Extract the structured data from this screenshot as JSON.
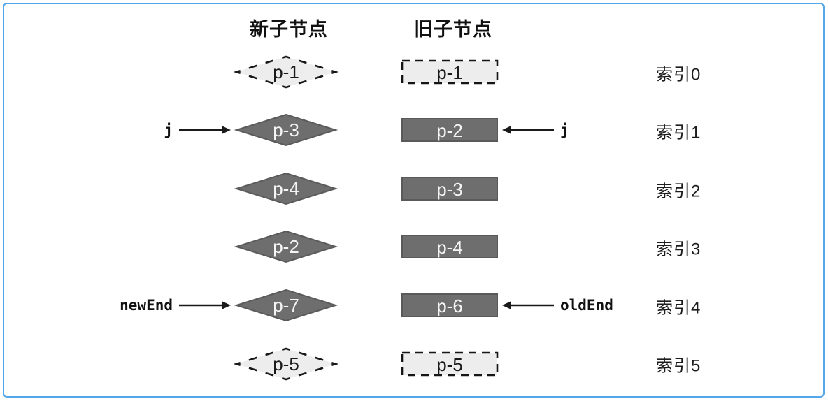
{
  "diagram": {
    "headers": {
      "new_column": "新子节点",
      "old_column": "旧子节点"
    },
    "colors": {
      "frame_border": "#54a7e9",
      "solid_node_fill": "#6e6e6e",
      "solid_node_stroke": "#5a5a5a",
      "solid_node_text": "#f5f5f5",
      "dashed_node_fill": "#ededed",
      "dashed_node_stroke": "#161616",
      "arrow": "#1a1a1a"
    },
    "rows": [
      {
        "index_label": "索引0",
        "new": {
          "label": "p-1",
          "style": "dashed"
        },
        "old": {
          "label": "p-1",
          "style": "dashed"
        }
      },
      {
        "index_label": "索引1",
        "new": {
          "label": "p-3",
          "style": "solid",
          "pointer": "j"
        },
        "old": {
          "label": "p-2",
          "style": "solid",
          "pointer": "j"
        }
      },
      {
        "index_label": "索引2",
        "new": {
          "label": "p-4",
          "style": "solid"
        },
        "old": {
          "label": "p-3",
          "style": "solid"
        }
      },
      {
        "index_label": "索引3",
        "new": {
          "label": "p-2",
          "style": "solid"
        },
        "old": {
          "label": "p-4",
          "style": "solid"
        }
      },
      {
        "index_label": "索引4",
        "new": {
          "label": "p-7",
          "style": "solid",
          "pointer": "newEnd"
        },
        "old": {
          "label": "p-6",
          "style": "solid",
          "pointer": "oldEnd"
        }
      },
      {
        "index_label": "索引5",
        "new": {
          "label": "p-5",
          "style": "dashed"
        },
        "old": {
          "label": "p-5",
          "style": "dashed"
        }
      }
    ]
  }
}
